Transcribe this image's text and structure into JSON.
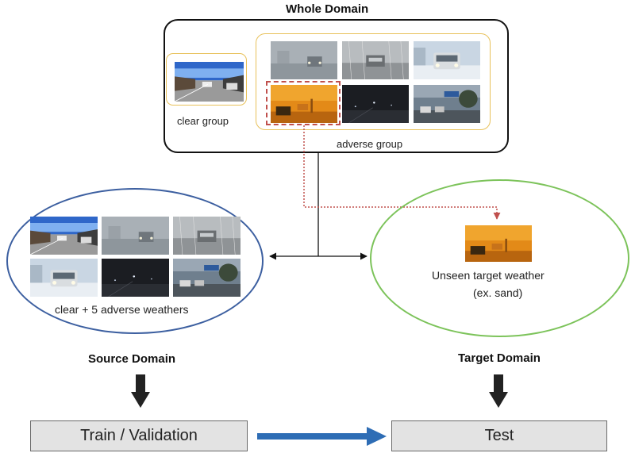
{
  "whole_domain": {
    "title": "Whole Domain",
    "clear_group_label": "clear group",
    "adverse_group_label": "adverse group"
  },
  "source": {
    "caption": "clear + 5 adverse weathers",
    "title": "Source Domain"
  },
  "target": {
    "caption_line1": "Unseen target weather",
    "caption_line2": "(ex. sand)",
    "title": "Target Domain"
  },
  "bottom": {
    "train_label": "Train / Validation",
    "test_label": "Test"
  },
  "colors": {
    "whole_border": "#111111",
    "group_border": "#e8c15a",
    "source_ellipse": "#3c5fa0",
    "target_ellipse": "#7cc35a",
    "dashed_highlight": "#c0504d",
    "blue_arrow": "#2e6db5"
  },
  "icons": {
    "down_arrow": "down-arrow-icon",
    "right_arrow": "right-arrow-icon"
  }
}
